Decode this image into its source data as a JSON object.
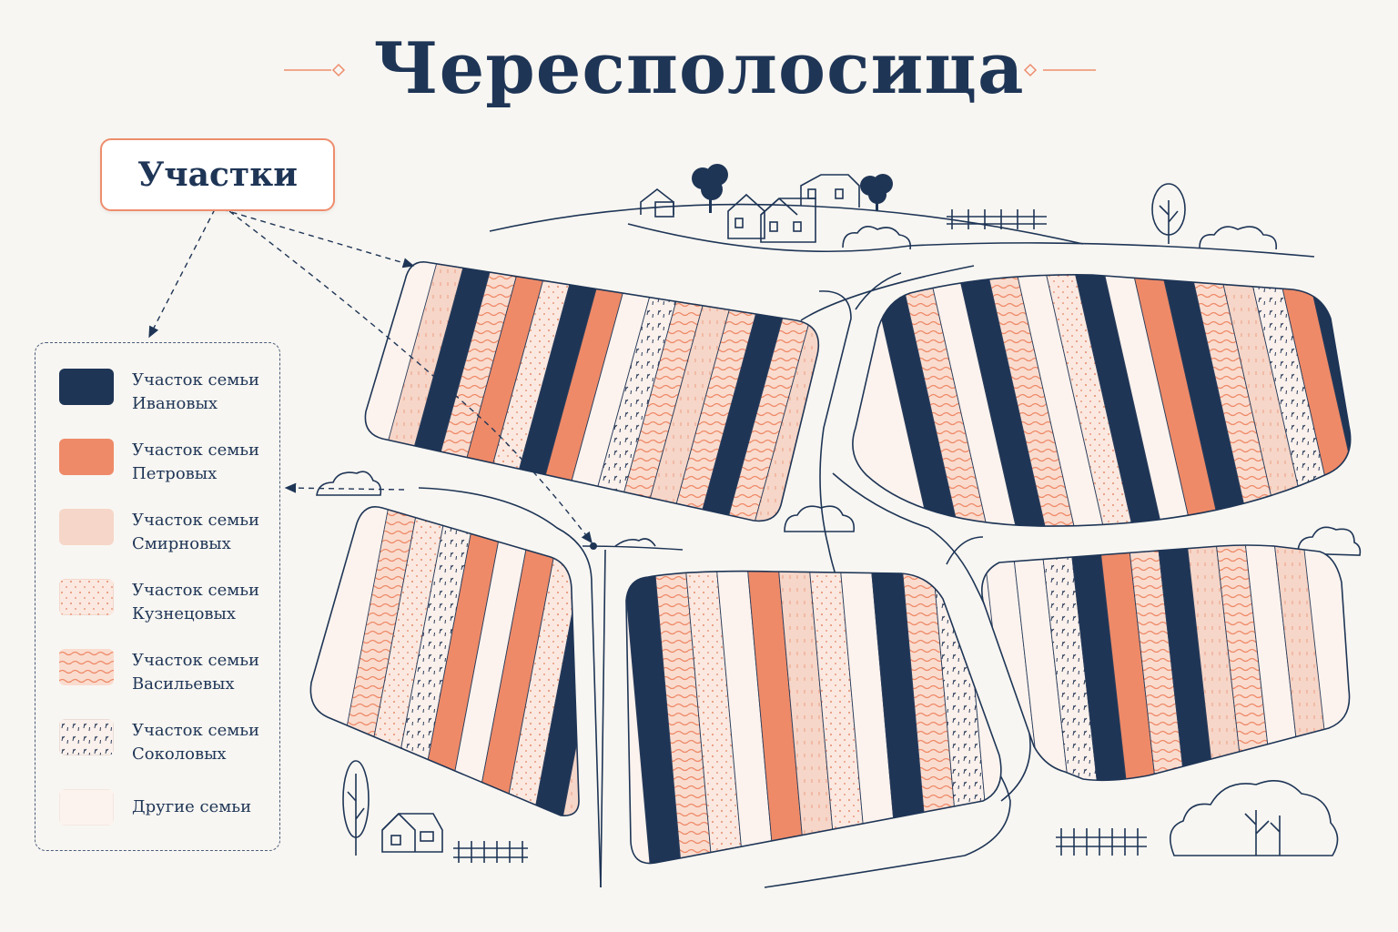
{
  "title": "Чересполосица",
  "plots_label": "Участки",
  "legend": [
    {
      "id": "ivanov",
      "label": "Участок семьи\nИвановых",
      "color": "#1e3556",
      "pattern": "solid"
    },
    {
      "id": "petrov",
      "label": "Участок семьи\nПетровых",
      "color": "#ee8a68",
      "pattern": "solid"
    },
    {
      "id": "smirnov",
      "label": "Участок семьи\nСмирновых",
      "color": "#f6d6c8",
      "pattern": "solid"
    },
    {
      "id": "kuznetsov",
      "label": "Участок семьи\nКузнецовых",
      "color": "#fbe9e1",
      "pattern": "dots"
    },
    {
      "id": "vasiliev",
      "label": "Участок семьи\nВасильевых",
      "color": "#fadccf",
      "pattern": "waves"
    },
    {
      "id": "sokolov",
      "label": "Участок семьи\nСоколовых",
      "color": "#fbf1ec",
      "pattern": "sprigs"
    },
    {
      "id": "other",
      "label": "Другие семьи",
      "color": "#fcf3ee",
      "pattern": "solid"
    }
  ],
  "colors": {
    "navy": "#1e3556",
    "orange": "#ee8a68",
    "accent_line": "#ee8d6d",
    "background": "#f8f6f2"
  },
  "fields": [
    {
      "id": "field-top-left",
      "strips": [
        "smirnov",
        "ivanov",
        "vasiliev",
        "petrov",
        "kuznetsov",
        "ivanov",
        "petrov",
        "other",
        "sokolov",
        "vasiliev",
        "smirnov",
        "vasiliev",
        "ivanov",
        "vasiliev",
        "smirnov"
      ]
    },
    {
      "id": "field-top-right",
      "strips": [
        "ivanov",
        "vasiliev",
        "other",
        "ivanov",
        "vasiliev",
        "other",
        "kuznetsov",
        "ivanov",
        "other",
        "petrov",
        "ivanov",
        "vasiliev",
        "smirnov",
        "sokolov",
        "petrov",
        "ivanov",
        "smirnov"
      ]
    },
    {
      "id": "field-bottom-left",
      "strips": [
        "vasiliev",
        "kuznetsov",
        "sokolov",
        "petrov",
        "other",
        "petrov",
        "kuznetsov",
        "ivanov",
        "smirnov"
      ]
    },
    {
      "id": "field-bottom-center",
      "strips": [
        "ivanov",
        "vasiliev",
        "kuznetsov",
        "other",
        "petrov",
        "smirnov",
        "kuznetsov",
        "other",
        "ivanov",
        "vasiliev",
        "sokolov",
        "other"
      ]
    },
    {
      "id": "field-bottom-right",
      "strips": [
        "other",
        "other",
        "sokolov",
        "ivanov",
        "petrov",
        "vasiliev",
        "ivanov",
        "smirnov",
        "vasiliev",
        "other",
        "smirnov"
      ]
    }
  ]
}
